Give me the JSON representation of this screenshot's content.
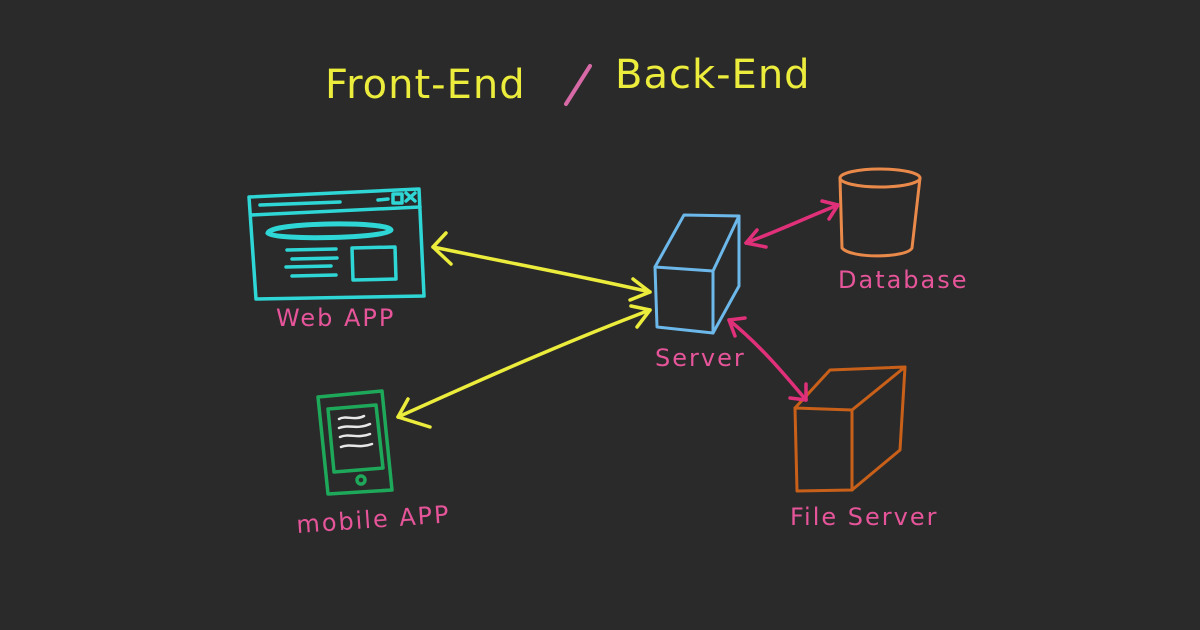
{
  "title": {
    "left": "Front-End",
    "right": "Back-End"
  },
  "nodes": {
    "web_app": "Web APP",
    "mobile_app": "mobile APP",
    "server": "Server",
    "database": "Database",
    "file_server": "File Server"
  },
  "colors": {
    "background": "#2a2a2a",
    "title": "#ecec3c",
    "labels": "#e6559a",
    "front_connections": "#ecec3c",
    "back_connections": "#e0307a",
    "web_app": "#2fd6d6",
    "mobile_app": "#1ea85a",
    "server": "#6cb8ea",
    "database": "#e9894a",
    "file_server": "#c8601a"
  },
  "icons": {
    "web_app": "browser-window-icon",
    "mobile_app": "mobile-phone-icon",
    "server": "server-cube-icon",
    "database": "database-cylinder-icon",
    "file_server": "file-server-box-icon"
  }
}
